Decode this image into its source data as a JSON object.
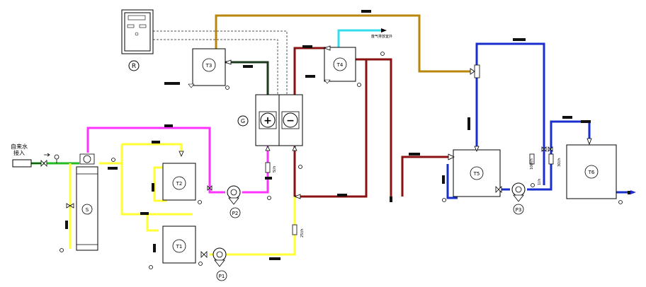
{
  "inlet_label_line1": "自来水",
  "inlet_label_line2": "接入",
  "vent_label": "废气排放室外",
  "controller_label": "R",
  "generator_label": "G",
  "plus_symbol": "+",
  "minus_symbol": "−",
  "softener_label": "S",
  "tanks": {
    "t1": "T1",
    "t2": "T2",
    "t3": "T3",
    "t4": "T4",
    "t5": "T5",
    "t6": "T6"
  },
  "pumps": {
    "p1": "P1",
    "p2": "P2",
    "p3": "P3"
  },
  "flowmeter_labels": {
    "fm_g_left": "5l/h",
    "fm_p1": "25l/h",
    "fm_p3_left": "100l/h",
    "fm_p3_right": "30l/h",
    "fm_t6": "1l/h"
  },
  "colors": {
    "water_green": "#22bb22",
    "softened_yellow": "#ffff33",
    "brine_magenta": "#ff33ff",
    "anolyte_darkred": "#8b1010",
    "catholyte_darkgreen": "#1e3a1e",
    "gas_cyan": "#33ddee",
    "air_ochre": "#b8860b",
    "product_blue": "#1a2ecc"
  }
}
